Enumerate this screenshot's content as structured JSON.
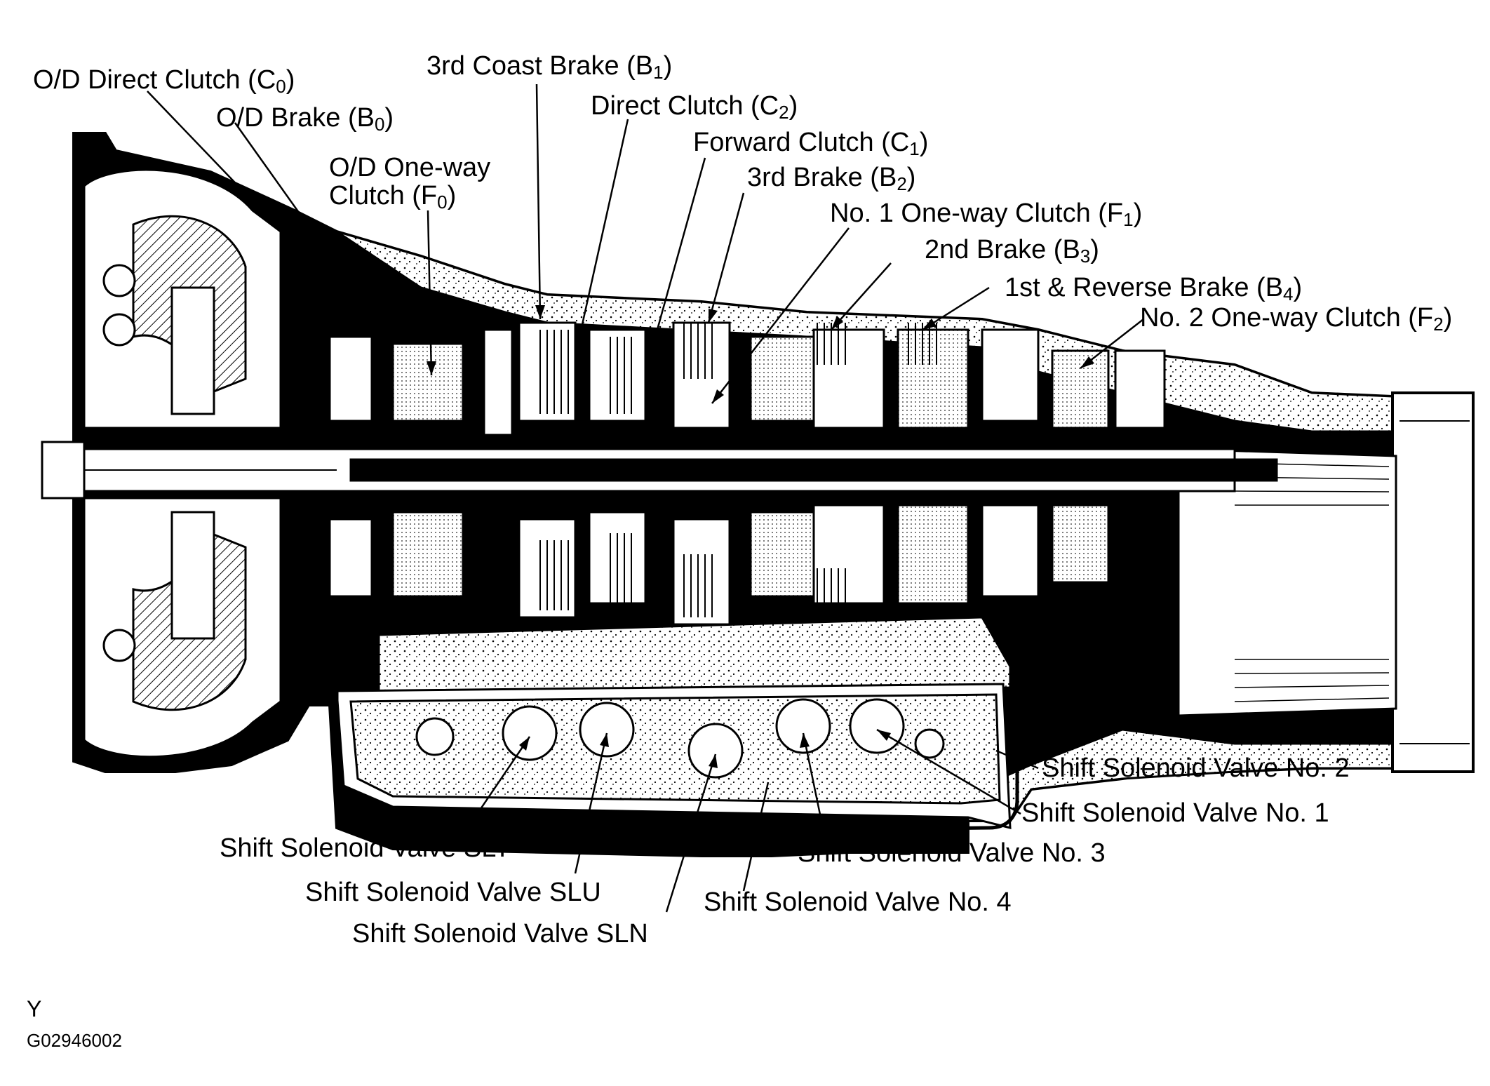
{
  "labels": {
    "od_direct_clutch": {
      "text": "O/D Direct Clutch (C",
      "sub": "0",
      "close": ")"
    },
    "od_brake": {
      "text": "O/D Brake (B",
      "sub": "0",
      "close": ")"
    },
    "od_oneway_line1": "O/D  One-way",
    "od_oneway_line2": {
      "text": "Clutch (F",
      "sub": "0",
      "close": ")"
    },
    "third_coast_brake": {
      "text": "3rd Coast Brake (B",
      "sub": "1",
      "close": ")"
    },
    "direct_clutch": {
      "text": "Direct Clutch (C",
      "sub": "2",
      "close": ")"
    },
    "forward_clutch": {
      "text": "Forward Clutch (C",
      "sub": "1",
      "close": ")"
    },
    "third_brake": {
      "text": "3rd Brake (B",
      "sub": "2",
      "close": ")"
    },
    "no1_oneway_clutch": {
      "text": "No. 1 One-way Clutch (F",
      "sub": "1",
      "close": ")"
    },
    "second_brake": {
      "text": "2nd Brake (B",
      "sub": "3",
      "close": ")"
    },
    "first_reverse_brake": {
      "text": "1st & Reverse Brake (B",
      "sub": "4",
      "close": ")"
    },
    "no2_oneway_clutch": {
      "text": "No. 2 One-way Clutch (F",
      "sub": "2",
      "close": ")"
    },
    "ssv_no2": "Shift Solenoid Valve No. 2",
    "ssv_no1": "Shift Solenoid Valve No. 1",
    "ssv_no3": "Shift Solenoid Valve No. 3",
    "ssv_no4": "Shift Solenoid Valve No. 4",
    "ssv_slt": "Shift Solenoid Valve SLT",
    "ssv_slu": "Shift Solenoid Valve SLU",
    "ssv_sln": "Shift Solenoid Valve SLN"
  },
  "footer": {
    "letter": "Y",
    "code": "G02946002"
  }
}
